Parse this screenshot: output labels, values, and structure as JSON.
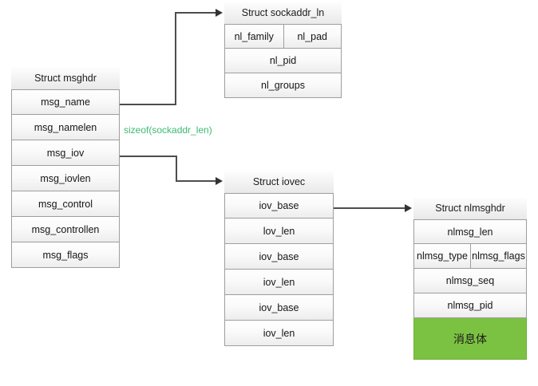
{
  "diagram": {
    "title_alt": "netlink msghdr structure diagram",
    "accent_green": "#7cc242",
    "annotation_green": "#3cba72"
  },
  "msghdr": {
    "header": "Struct msghdr",
    "fields": [
      {
        "label": "msg_name"
      },
      {
        "label": "msg_namelen"
      },
      {
        "label": "msg_iov"
      },
      {
        "label": "msg_iovlen"
      },
      {
        "label": "msg_control"
      },
      {
        "label": "msg_controllen"
      },
      {
        "label": "msg_flags"
      }
    ]
  },
  "sockaddr": {
    "header": "Struct sockaddr_ln",
    "fields": [
      {
        "label": "nl_family",
        "label2": "nl_pad",
        "split": true
      },
      {
        "label": "nl_pid"
      },
      {
        "label": "nl_groups"
      }
    ]
  },
  "iovec": {
    "header": "Struct iovec",
    "fields": [
      {
        "label": "iov_base"
      },
      {
        "label": "lov_len"
      },
      {
        "label": "iov_base"
      },
      {
        "label": "iov_len"
      },
      {
        "label": "iov_base"
      },
      {
        "label": "iov_len"
      }
    ]
  },
  "nlmsghdr": {
    "header": "Struct nlmsghdr",
    "fields": [
      {
        "label": "nlmsg_len"
      },
      {
        "label": "nlmsg_type",
        "label2": "nlmsg_flags",
        "split": true
      },
      {
        "label": "nlmsg_seq"
      },
      {
        "label": "nlmsg_pid"
      },
      {
        "label": "消息体",
        "green": true
      }
    ]
  },
  "annotations": {
    "sizeof_label": "sizeof(sockaddr_len)"
  }
}
